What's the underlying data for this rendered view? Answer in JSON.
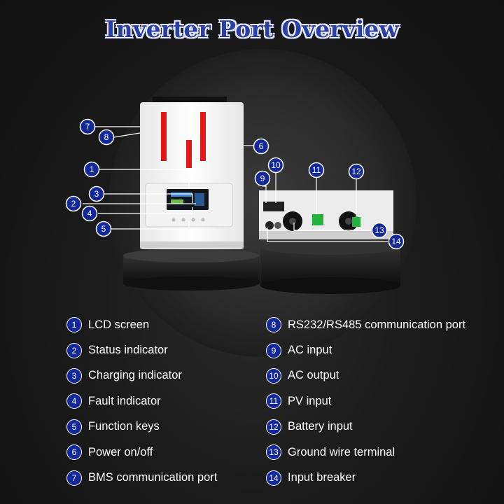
{
  "title": "Inverter Port Overview",
  "legend_left": [
    {
      "num": "1",
      "label": "LCD screen"
    },
    {
      "num": "2",
      "label": "Status indicator"
    },
    {
      "num": "3",
      "label": "Charging indicator"
    },
    {
      "num": "4",
      "label": "Fault indicator"
    },
    {
      "num": "5",
      "label": "Function keys"
    },
    {
      "num": "6",
      "label": "Power on/off"
    },
    {
      "num": "7",
      "label": "BMS communication port"
    }
  ],
  "legend_right": [
    {
      "num": "8",
      "label": "RS232/RS485 communication port"
    },
    {
      "num": "9",
      "label": "AC input"
    },
    {
      "num": "10",
      "label": "AC output"
    },
    {
      "num": "11",
      "label": "PV input"
    },
    {
      "num": "12",
      "label": "Battery input"
    },
    {
      "num": "13",
      "label": "Ground wire terminal"
    },
    {
      "num": "14",
      "label": "Input breaker"
    }
  ],
  "callouts": [
    "1",
    "2",
    "3",
    "4",
    "5",
    "6",
    "7",
    "8",
    "9",
    "10",
    "11",
    "12",
    "13",
    "14"
  ],
  "colors": {
    "badge": "#13299a",
    "title": "#2a3fa8",
    "accent_red": "#e01818",
    "terminal_green": "#22b33a"
  }
}
